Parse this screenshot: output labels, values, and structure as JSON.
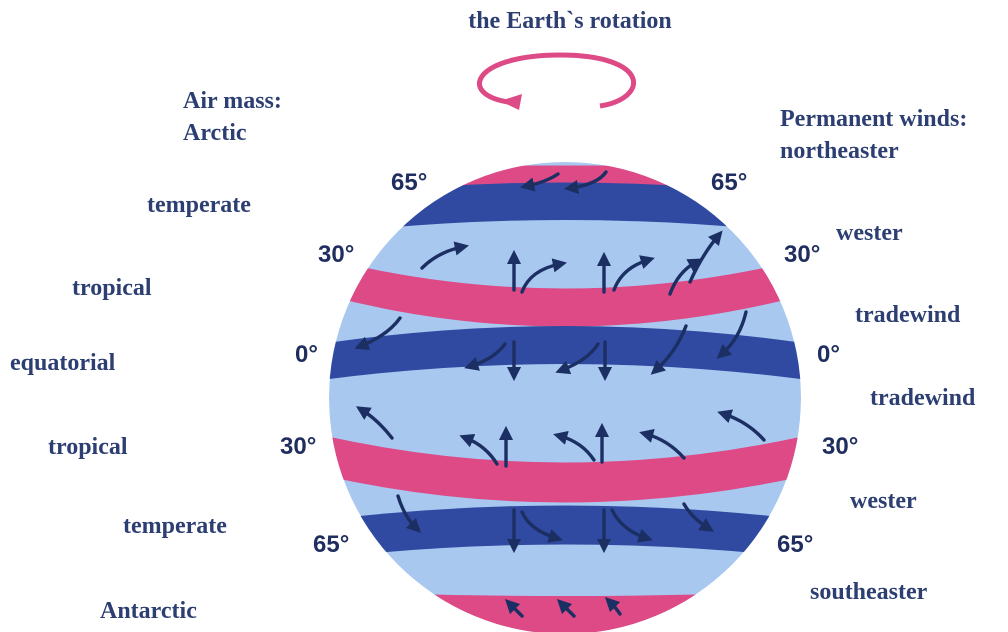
{
  "title": "the Earth`s rotation",
  "left_header": {
    "line1": "Air mass:",
    "line2": "Arctic"
  },
  "right_header": {
    "line1": "Permanent winds:",
    "line2": "northeaster"
  },
  "air_masses": {
    "temperate_north": "temperate",
    "tropical_north": "tropical",
    "equatorial": "equatorial",
    "tropical_south": "tropical",
    "temperate_south": "temperate",
    "antarctic": "Antarctic"
  },
  "winds": {
    "wester_north": "wester",
    "tradewind_north": "tradewind",
    "tradewind_south": "tradewind",
    "wester_south": "wester",
    "southeaster": "southeaster"
  },
  "latitudes": {
    "l65n": "65°",
    "r65n": "65°",
    "l30n": "30°",
    "r30n": "30°",
    "l0": "0°",
    "r0": "0°",
    "l30s": "30°",
    "r30s": "30°",
    "l65s": "65°",
    "r65s": "65°"
  },
  "colors": {
    "globe": "#a8c8f0",
    "dark_band": "#2f4aa0",
    "pink_band": "#dd4a86",
    "arrow": "#1c2f63",
    "text": "#2d3f72"
  }
}
